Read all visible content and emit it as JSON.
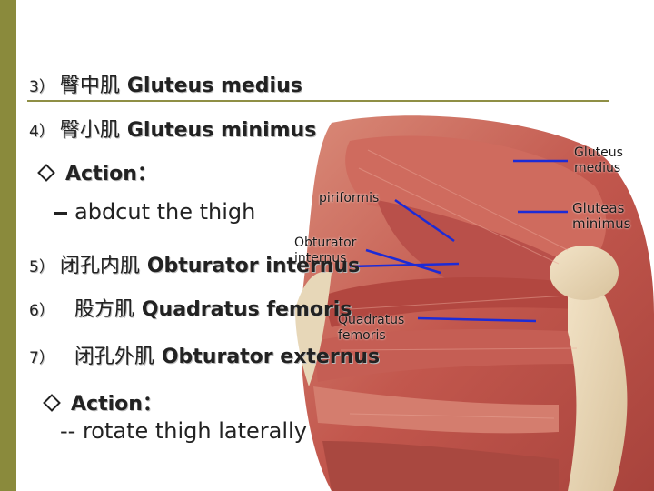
{
  "items": {
    "gm_num": "3）",
    "gm_zh": "臀中肌",
    "gm_en": "Gluteus medius",
    "gmin_num": "4）",
    "gmin_zh": "臀小肌",
    "gmin_en": "Gluteus minimus",
    "action1": "Action：",
    "action1_text": "abdcut the thigh",
    "oi_num": "5）",
    "oi_zh": "闭孔内肌",
    "oi_en": "Obturator internus",
    "qf_num": "6）",
    "qf_zh": "股方肌",
    "qf_en": "Quadratus femoris",
    "oe_num": "7）",
    "oe_zh": "闭孔外肌",
    "oe_en": "Obturator externus",
    "action2": "Action：",
    "action2_text": "-- rotate thigh laterally"
  },
  "figure_labels": {
    "gluteus_medius": "Gluteus medius",
    "gluteas_minimus": "Gluteas minimus",
    "piriformis": "piriformis",
    "obturator_internus": "Obturator internus",
    "quadratus_femoris": "Quadratus femoris"
  },
  "colors": {
    "sidebar": "#8a8a3c",
    "rule": "#8f8f45",
    "pointer": "#1d2bd6",
    "muscle": "#c4584e"
  }
}
